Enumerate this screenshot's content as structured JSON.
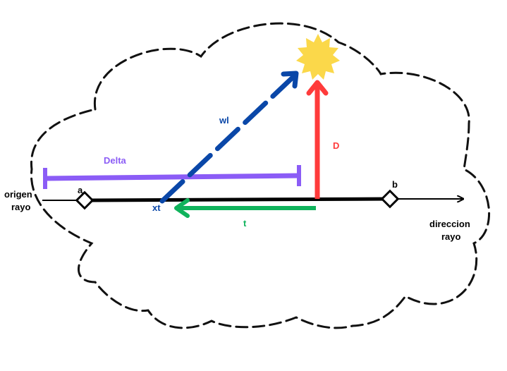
{
  "labels": {
    "origin_line1": "origen",
    "origin_line2": "rayo",
    "direction_line1": "direccion",
    "direction_line2": "rayo",
    "a": "a",
    "b": "b",
    "xt": "xt",
    "wl": "wl",
    "delta": "Delta",
    "d": "D",
    "t": "t"
  },
  "colors": {
    "outline": "#111111",
    "ray": "#000000",
    "delta": "#8b5cf6",
    "wl": "#0a47a8",
    "d": "#ff3b3b",
    "t": "#10b35c",
    "sun": "#fbd84a"
  },
  "icons": {
    "sun": "sun-icon",
    "marker_a": "diamond-marker-icon",
    "marker_b": "diamond-marker-icon"
  }
}
